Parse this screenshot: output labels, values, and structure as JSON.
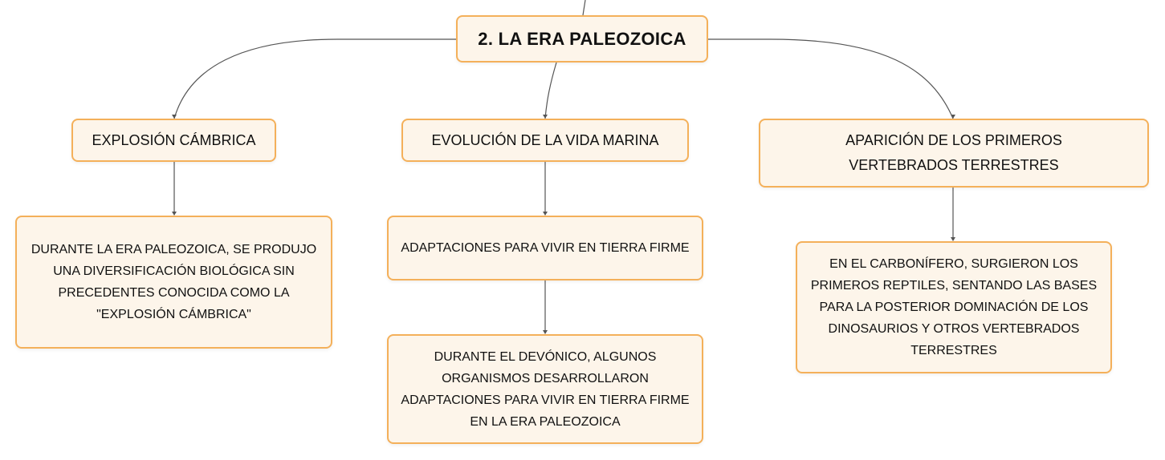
{
  "colors": {
    "node_fill": "#fdf5ea",
    "node_border": "#f4b05a",
    "line": "#555555",
    "text": "#111111"
  },
  "root": {
    "label": "2. LA ERA PALEOZOICA"
  },
  "branches": [
    {
      "label": "EXPLOSIÓN CÁMBRICA",
      "children": [
        {
          "label": "DURANTE LA ERA PALEOZOICA, SE PRODUJO UNA DIVERSIFICACIÓN BIOLÓGICA SIN PRECEDENTES CONOCIDA COMO LA \"EXPLOSIÓN CÁMBRICA\""
        }
      ]
    },
    {
      "label": "EVOLUCIÓN DE LA VIDA MARINA",
      "children": [
        {
          "label": "ADAPTACIONES PARA VIVIR EN TIERRA FIRME"
        },
        {
          "label": "DURANTE EL DEVÓNICO, ALGUNOS ORGANISMOS DESARROLLARON ADAPTACIONES PARA VIVIR EN TIERRA FIRME EN LA ERA PALEOZOICA"
        }
      ]
    },
    {
      "label": "APARICIÓN DE LOS PRIMEROS VERTEBRADOS TERRESTRES",
      "children": [
        {
          "label": "EN EL CARBONÍFERO, SURGIERON LOS PRIMEROS REPTILES, SENTANDO LAS BASES PARA LA POSTERIOR DOMINACIÓN DE LOS DINOSAURIOS Y OTROS VERTEBRADOS TERRESTRES"
        }
      ]
    }
  ]
}
